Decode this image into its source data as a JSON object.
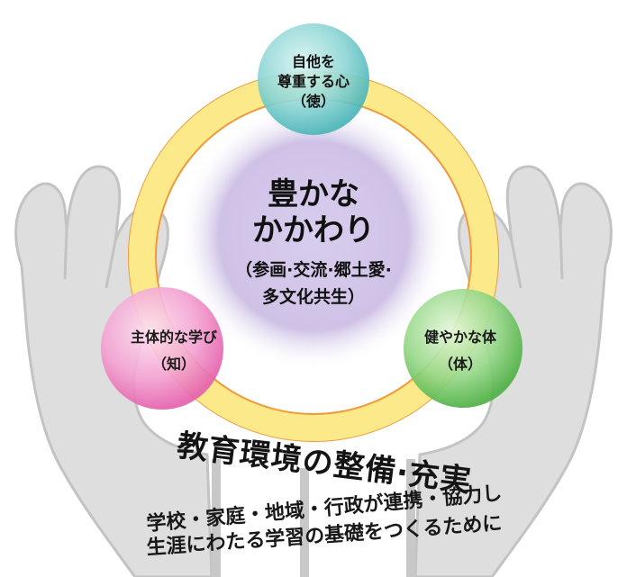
{
  "center": {
    "title_line1": "豊かな",
    "title_line2": "かかわり",
    "sub_line1": "（参画·交流·郷土愛·",
    "sub_line2": "多文化共生）"
  },
  "nodes": {
    "top": {
      "line1": "自他を",
      "line2": "尊重する心",
      "line3": "（徳）"
    },
    "left": {
      "line1": "主体的な学び",
      "line2": "（知）"
    },
    "right": {
      "line1": "健やかな体",
      "line2": "（体）"
    }
  },
  "footer": {
    "main": "教育環境の整備·充実",
    "sub1": "学校・家庭・地域・行政が連携・協力し",
    "sub2": "生涯にわたる学習の基礎をつくるために"
  },
  "colors": {
    "ring": "#fbe98a",
    "ring_edge": "#f19a3c",
    "center": "#cfc2e6",
    "top_node": "#8fd6d6",
    "left_node": "#f3a3d2",
    "right_node": "#98d88a",
    "hands": "#dedede"
  }
}
